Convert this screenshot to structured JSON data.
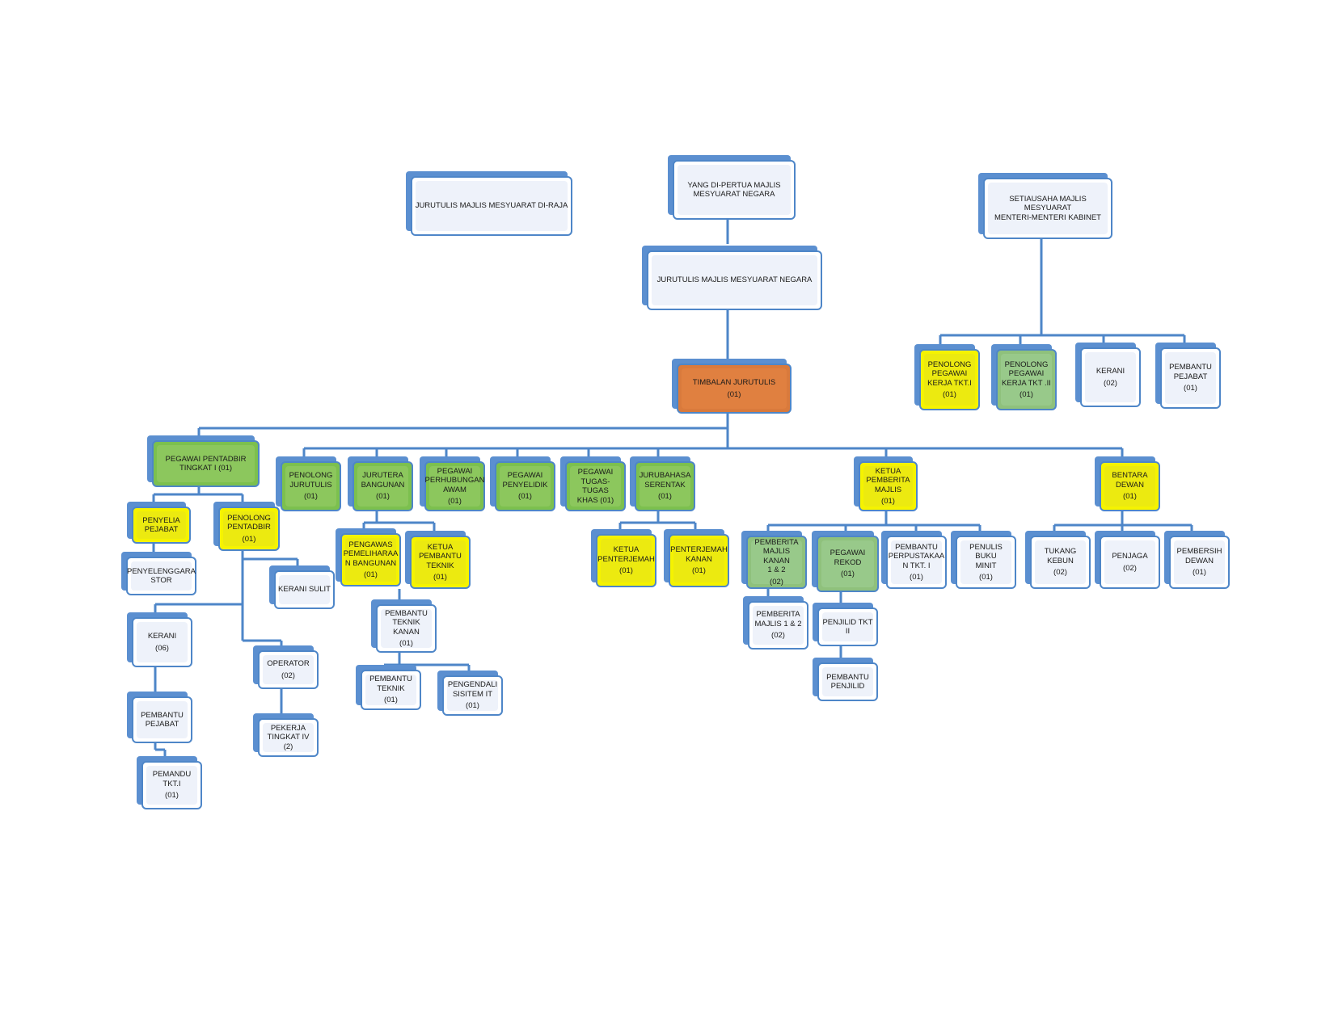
{
  "nodes": {
    "jurutulis_diraja": {
      "label": "JURUTULIS MAJLIS MESYUARAT DI-RAJA",
      "count": ""
    },
    "yang_dipertua": {
      "label": "YANG DI-PERTUA MAJLIS\nMESYUARAT NEGARA",
      "count": ""
    },
    "setiausaha_kabinet": {
      "label": "SETIAUSAHA MAJLIS MESYUARAT\nMENTERI-MENTERI KABINET",
      "count": ""
    },
    "jurutulis_negara": {
      "label": "JURUTULIS MAJLIS MESYUARAT NEGARA",
      "count": ""
    },
    "timbalan": {
      "label": "TIMBALAN JURUTULIS",
      "count": "(01)"
    },
    "penolong_kerja_1": {
      "label": "PENOLONG\nPEGAWAI\nKERJA TKT.I",
      "count": "(01)"
    },
    "penolong_kerja_2": {
      "label": "PENOLONG\nPEGAWAI\nKERJA TKT .II",
      "count": "(01)"
    },
    "kerani_kabinet": {
      "label": "KERANI",
      "count": "(02)"
    },
    "pembantu_pejabat_kabinet": {
      "label": "PEMBANTU\nPEJABAT",
      "count": "(01)"
    },
    "pentadbir_1": {
      "label": "PEGAWAI PENTADBIR\nTINGKAT I (01)",
      "count": ""
    },
    "penolong_jurutulis": {
      "label": "PENOLONG\nJURUTULIS",
      "count": "(01)"
    },
    "jurutera": {
      "label": "JURUTERA\nBANGUNAN",
      "count": "(01)"
    },
    "perhubungan": {
      "label": "PEGAWAI\nPERHUBUNGAN\nAWAM",
      "count": "(01)"
    },
    "penyelidik": {
      "label": "PEGAWAI\nPENYELIDIK",
      "count": "(01)"
    },
    "tugas_khas": {
      "label": "PEGAWAI\nTUGAS-TUGAS\nKHAS (01)",
      "count": ""
    },
    "jurubahasa": {
      "label": "JURUBAHASA\nSERENTAK",
      "count": "(01)"
    },
    "ketua_pemberita": {
      "label": "KETUA\nPEMBERITA\nMAJLIS",
      "count": "(01)"
    },
    "bentara": {
      "label": "BENTARA\nDEWAN",
      "count": "(01)"
    },
    "penyelia": {
      "label": "PENYELIA\nPEJABAT",
      "count": ""
    },
    "penolong_pentadbir": {
      "label": "PENOLONG\nPENTADBIR",
      "count": "(01)"
    },
    "penyelenggara": {
      "label": "PENYELENGGARA\nSTOR",
      "count": ""
    },
    "kerani_sulit": {
      "label": "KERANI SULIT",
      "count": ""
    },
    "kerani": {
      "label": "KERANI",
      "count": "(06)"
    },
    "operator": {
      "label": "OPERATOR",
      "count": "(02)"
    },
    "pembantu_pejabat": {
      "label": "PEMBANTU\nPEJABAT",
      "count": ""
    },
    "pekerja": {
      "label": "PEKERJA\nTINGKAT IV (2)",
      "count": ""
    },
    "pemandu": {
      "label": "PEMANDU\nTKT.I",
      "count": "(01)"
    },
    "pengawas": {
      "label": "PENGAWAS\nPEMELIHARAA\nN BANGUNAN",
      "count": "(01)"
    },
    "ketua_pembantu_teknik": {
      "label": "KETUA\nPEMBANTU\nTEKNIK",
      "count": "(01)"
    },
    "pembantu_teknik_kanan": {
      "label": "PEMBANTU\nTEKNIK KANAN",
      "count": "(01)"
    },
    "pembantu_teknik": {
      "label": "PEMBANTU\nTEKNIK",
      "count": "(01)"
    },
    "pengendali_it": {
      "label": "PENGENDALI\nSISITEM IT",
      "count": "(01)"
    },
    "ketua_penterjemah": {
      "label": "KETUA\nPENTERJEMAH",
      "count": "(01)"
    },
    "penterjemah_kanan": {
      "label": "PENTERJEMAH\nKANAN",
      "count": "(01)"
    },
    "pemberita_kanan": {
      "label": "PEMBERITA\nMAJLIS KANAN\n1 & 2",
      "count": "(02)"
    },
    "pegawai_rekod": {
      "label": "PEGAWAI\nREKOD",
      "count": "(01)"
    },
    "pembantu_perpustakaan": {
      "label": "PEMBANTU\nPERPUSTAKAA\nN TKT. I",
      "count": "(01)"
    },
    "penulis_minit": {
      "label": "PENULIS BUKU\nMINIT",
      "count": "(01)"
    },
    "pemberita_1_2": {
      "label": "PEMBERITA\nMAJLIS 1 & 2",
      "count": "(02)"
    },
    "penjilid_2": {
      "label": "PENJILID TKT II",
      "count": ""
    },
    "pembantu_penjilid": {
      "label": "PEMBANTU\nPENJILID",
      "count": ""
    },
    "tukang_kebun": {
      "label": "TUKANG\nKEBUN",
      "count": "(02)"
    },
    "penjaga": {
      "label": "PENJAGA",
      "count": "(02)"
    },
    "pembersih": {
      "label": "PEMBERSIH\nDEWAN",
      "count": "(01)"
    }
  },
  "colors": {
    "line": "#4e86c8",
    "white_fill": "#eef2fa",
    "green_fill": "#8cc75d",
    "light_green_fill": "#98c98a",
    "yellow_fill": "#ecea10",
    "orange_fill": "#e08040"
  }
}
